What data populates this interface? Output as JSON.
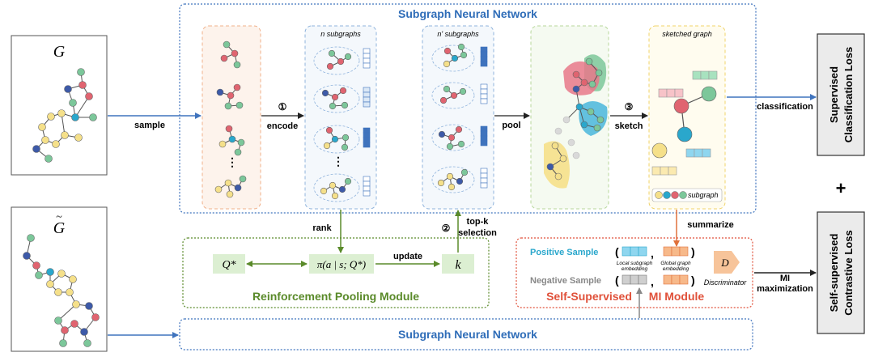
{
  "colors": {
    "blue_title": "#2f6db8",
    "green_title": "#5a8a2a",
    "red_title": "#e0513a",
    "node_red": "#e06470",
    "node_green": "#7cc79a",
    "node_blue": "#3d5aa8",
    "node_cyan": "#2aa7cc",
    "node_yellow": "#f5e08a",
    "node_gray": "#d9d9d9"
  },
  "titles": {
    "sgnn_top": "Subgraph Neural Network",
    "sgnn_bottom": "Subgraph Neural Network",
    "rpm": "Reinforcement Pooling Module",
    "mi_left": "Self-Supervised",
    "mi_right": "MI Module"
  },
  "graphs": {
    "g": "G",
    "g_tilde": "G",
    "tilde": "~"
  },
  "stages": {
    "n_subgraphs": "n  subgraphs",
    "n_prime_subgraphs": "n' subgraphs",
    "sketched_graph": "sketched graph"
  },
  "edges": {
    "sample": "sample",
    "step1": "①",
    "encode": "encode",
    "pool": "pool",
    "step3": "③",
    "sketch": "sketch",
    "classification": "classification",
    "rank": "rank",
    "step2": "②",
    "topk_line1": "top-k",
    "topk_line2": "selection",
    "update": "update",
    "summarize": "summarize",
    "mi_line1": "MI",
    "mi_line2": "maximization"
  },
  "rpm": {
    "q_label": "Q*",
    "policy_label": "π(a | s; Q*)",
    "k_label": "k"
  },
  "mi": {
    "positive": "Positive Sample",
    "negative": "Negative Sample",
    "local_line1": "Local subgraph",
    "local_line2": "embedding",
    "global_line1": "Global graph",
    "global_line2": "embedding",
    "discriminator": "Discriminator",
    "d_symbol": "D",
    "legend_subgraph": "subgraph",
    "ellipsis": "⋮"
  },
  "losses": {
    "supervised_line1": "Supervised",
    "supervised_line2": "Classification Loss",
    "self_line1": "Self-supervised",
    "self_line2": "Contrastive Loss",
    "plus": "+"
  }
}
